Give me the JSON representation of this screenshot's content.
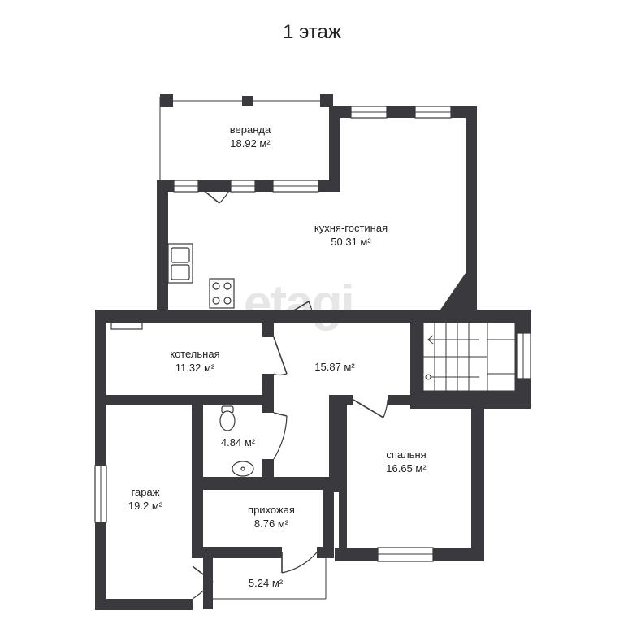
{
  "title": "1 этаж",
  "watermark": "etagi",
  "rooms": [
    {
      "id": "veranda",
      "name": "веранда",
      "area": "18.92 м²"
    },
    {
      "id": "kitchen-living",
      "name": "кухня-гостиная",
      "area": "50.31 м²"
    },
    {
      "id": "boiler",
      "name": "котельная",
      "area": "11.32 м²"
    },
    {
      "id": "hall",
      "name": "",
      "area": "15.87 м²"
    },
    {
      "id": "bathroom",
      "name": "",
      "area": "4.84 м²"
    },
    {
      "id": "bedroom",
      "name": "спальня",
      "area": "16.65 м²"
    },
    {
      "id": "garage",
      "name": "гараж",
      "area": "19.2 м²"
    },
    {
      "id": "entrance",
      "name": "прихожая",
      "area": "8.76 м²"
    },
    {
      "id": "porch",
      "name": "",
      "area": "5.24 м²"
    }
  ],
  "colors": {
    "wall": "#3a3a3e",
    "text": "#222222",
    "watermark": "#e6e6e6",
    "background": "#ffffff"
  }
}
